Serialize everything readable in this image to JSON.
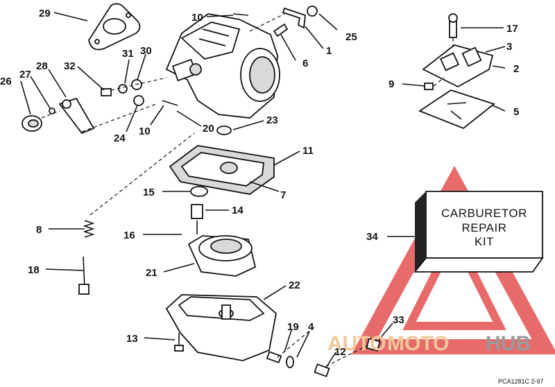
{
  "labels": {
    "p1": "1",
    "p2": "2",
    "p3": "3",
    "p4": "4",
    "p5": "5",
    "p6": "6",
    "p7": "7",
    "p8": "8",
    "p9": "9",
    "p10a": "10",
    "p10b": "10",
    "p11": "11",
    "p12": "12",
    "p13": "13",
    "p14": "14",
    "p15": "15",
    "p16": "16",
    "p17": "17",
    "p18": "18",
    "p19": "19",
    "p20": "20",
    "p21": "21",
    "p22": "22",
    "p23": "23",
    "p24": "24",
    "p25": "25",
    "p26": "26",
    "p27": "27",
    "p28": "28",
    "p29": "29",
    "p30": "30",
    "p31": "31",
    "p32": "32",
    "p33": "33",
    "p34": "34"
  },
  "kit_box": {
    "line1": "CARBURETOR",
    "line2": "REPAIR",
    "line3": "KIT"
  },
  "drawing_code": "PCA1281C  2-97",
  "watermark": {
    "part1": "AUTO",
    "part2": "MOTO",
    "part3": "HUB",
    "color_red": "#e03a3a",
    "color_orange": "#f2c89a",
    "color_gray": "#9a9a9a"
  }
}
